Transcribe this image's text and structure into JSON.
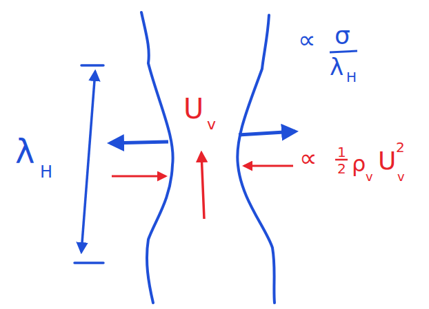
{
  "diagram": {
    "labels": [
      "λ",
      "H",
      "U",
      "v",
      "∝",
      "σ",
      "λ",
      "H",
      "∝",
      "1",
      "2",
      "ρ",
      "v",
      "U",
      "v",
      "2"
    ]
  }
}
